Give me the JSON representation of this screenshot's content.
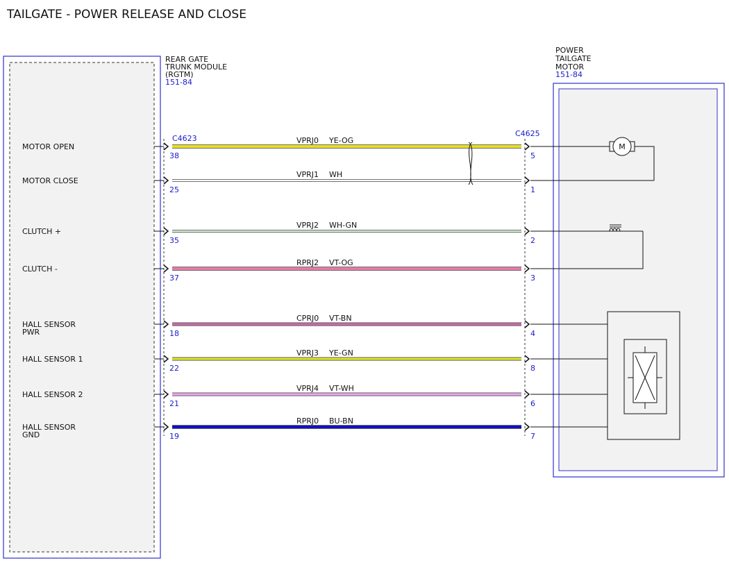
{
  "title": "TAILGATE - POWER RELEASE AND CLOSE",
  "left_module": {
    "name_lines": [
      "REAR GATE",
      "TRUNK MODULE",
      "(RGTM)"
    ],
    "ref": "151-84",
    "connector": "C4623"
  },
  "right_module": {
    "name_lines": [
      "POWER",
      "TAILGATE",
      "MOTOR"
    ],
    "ref": "151-84",
    "connector": "C4625"
  },
  "components": {
    "motor_symbol": "M"
  },
  "colors": {
    "YE-OG": "#e8e020",
    "WH": "#ffffff",
    "WH-GN": "#d8f0d8",
    "VT-OG": "#e878a8",
    "VT-BN": "#c870a8",
    "YE-GN": "#d8e030",
    "VT-WH": "#e8a8e8",
    "BU-BN": "#1010c0"
  },
  "circuits": [
    {
      "signal": [
        "MOTOR OPEN"
      ],
      "left_pin": "38",
      "circuit": "VPRJ0",
      "color": "YE-OG",
      "right_pin": "5"
    },
    {
      "signal": [
        "MOTOR CLOSE"
      ],
      "left_pin": "25",
      "circuit": "VPRJ1",
      "color": "WH",
      "right_pin": "1"
    },
    {
      "signal": [
        "CLUTCH +"
      ],
      "left_pin": "35",
      "circuit": "VPRJ2",
      "color": "WH-GN",
      "right_pin": "2"
    },
    {
      "signal": [
        "CLUTCH -"
      ],
      "left_pin": "37",
      "circuit": "RPRJ2",
      "color": "VT-OG",
      "right_pin": "3"
    },
    {
      "signal": [
        "HALL SENSOR",
        "PWR"
      ],
      "left_pin": "18",
      "circuit": "CPRJ0",
      "color": "VT-BN",
      "right_pin": "4"
    },
    {
      "signal": [
        "HALL SENSOR 1"
      ],
      "left_pin": "22",
      "circuit": "VPRJ3",
      "color": "YE-GN",
      "right_pin": "8"
    },
    {
      "signal": [
        "HALL SENSOR 2"
      ],
      "left_pin": "21",
      "circuit": "VPRJ4",
      "color": "VT-WH",
      "right_pin": "6"
    },
    {
      "signal": [
        "HALL SENSOR",
        "GND"
      ],
      "left_pin": "19",
      "circuit": "RPRJ0",
      "color": "BU-BN",
      "right_pin": "7"
    }
  ]
}
